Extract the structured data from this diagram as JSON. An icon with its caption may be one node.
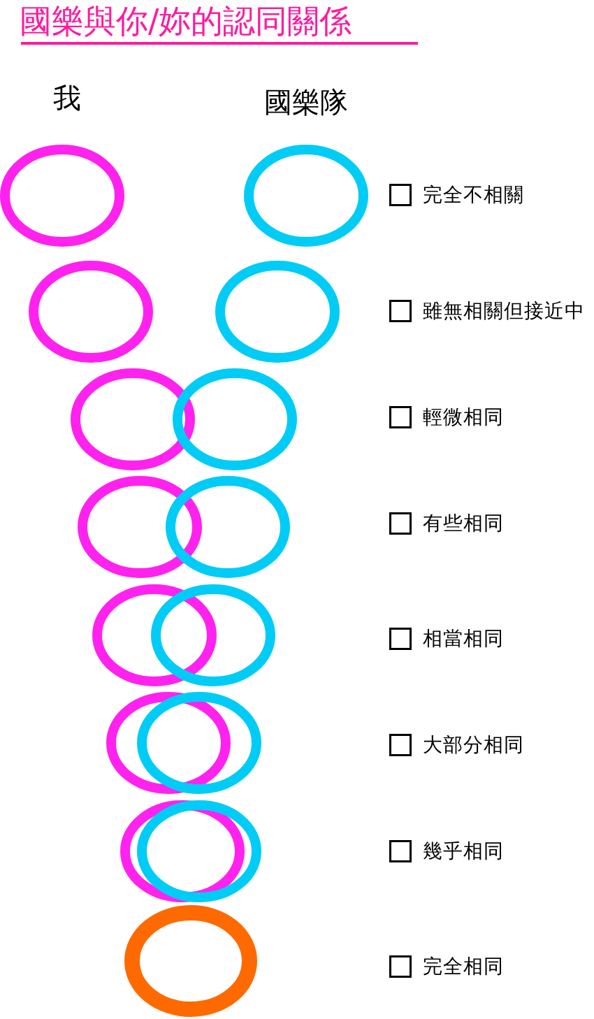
{
  "diagram": {
    "title": "國樂與你/妳的認同關係",
    "nodes": [
      {
        "text": [],
        "shape": "circle"
      },
      {
        "text": [],
        "shape": "circle"
      },
      {
        "text": [],
        "shape": "circle"
      },
      {
        "text": [],
        "shape": "circle"
      },
      {
        "text": [],
        "shape": "circle"
      },
      {
        "text": [],
        "shape": "circle"
      },
      {
        "text": [],
        "shape": "circle"
      },
      {
        "text": [],
        "shape": "circle"
      },
      {
        "text": [],
        "shape": "circle"
      },
      {
        "text": [],
        "shape": "circle"
      },
      {
        "text": [],
        "shape": "circle"
      },
      {
        "text": [],
        "shape": "circle"
      },
      {
        "text": [],
        "shape": "circle"
      },
      {
        "text": [],
        "shape": "circle"
      },
      {
        "text": [],
        "shape": "circle"
      }
    ],
    "labels": [
      "我",
      "國樂隊",
      "完全不相關",
      "雖無相關但接近中",
      "輕微相同",
      "有些相同",
      "相當相同",
      "大部分相同",
      "幾乎相同",
      "完全相同"
    ]
  }
}
